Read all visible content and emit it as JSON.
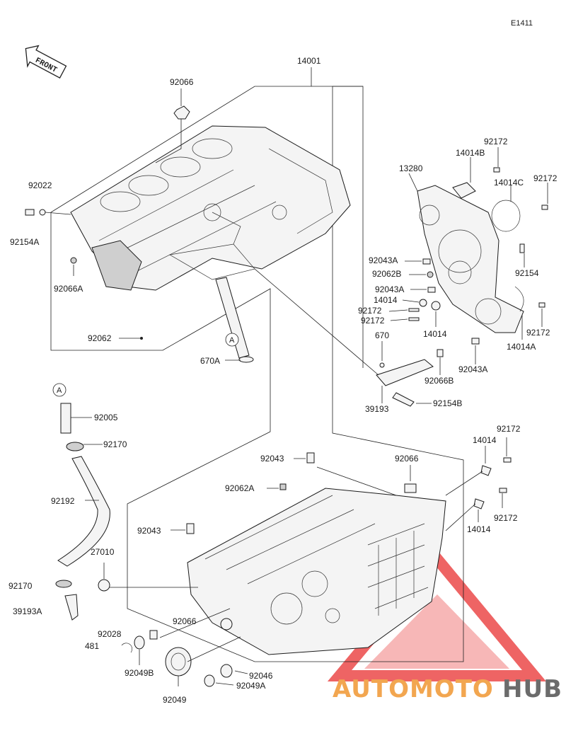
{
  "diagram_code": "E1411",
  "front_label": "FRONT",
  "callout_letter": "A",
  "watermark": {
    "brand_left": "AUTOMOTO",
    "brand_right": "HUB",
    "color_left": "#f2a650",
    "color_right": "#6b6b6b",
    "triangle_color": "#e83030"
  },
  "labels": {
    "p14001": "14001",
    "p92066_top": "92066",
    "p92022": "92022",
    "p92154A": "92154A",
    "p92066A": "92066A",
    "p92062": "92062",
    "p670A": "670A",
    "p92005": "92005",
    "p92170_top": "92170",
    "p92192": "92192",
    "p27010": "27010",
    "p92170_bottom": "92170",
    "p39193A": "39193A",
    "p92028": "92028",
    "p481": "481",
    "p92049B": "92049B",
    "p92049": "92049",
    "p92046": "92046",
    "p92049A": "92049A",
    "p92066_bottom": "92066",
    "p92043_left": "92043",
    "p92062A": "92062A",
    "p92043_top": "92043",
    "p92066_mid": "92066",
    "p14014_right_top": "14014",
    "p92172_right_top": "92172",
    "p92172_right_bot": "92172",
    "p14014_right_bot": "14014",
    "p13280": "13280",
    "p14014B": "14014B",
    "p92172_a": "92172",
    "p14014C": "14014C",
    "p92172_b": "92172",
    "p92043A_1": "92043A",
    "p92062B": "92062B",
    "p92043A_2": "92043A",
    "p14014_1": "14014",
    "p92172_c": "92172",
    "p92172_d": "92172",
    "p14014_2": "14014",
    "p92154": "92154",
    "p92172_e": "92172",
    "p14014A": "14014A",
    "p92043A_3": "92043A",
    "p670": "670",
    "p92066B": "92066B",
    "p39193": "39193",
    "p92154B": "92154B"
  }
}
